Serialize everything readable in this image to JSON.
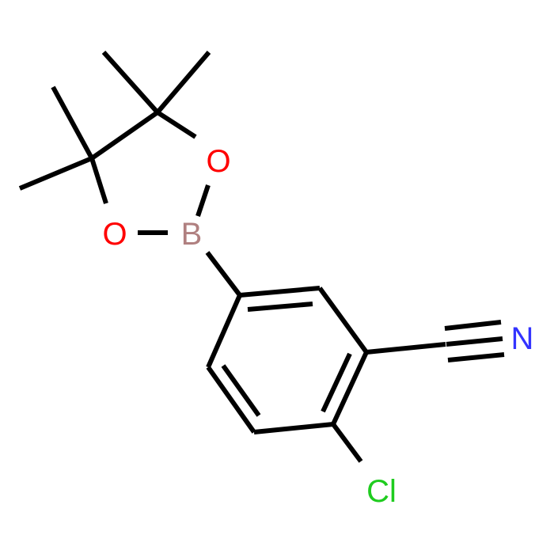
{
  "molecule": {
    "colors": {
      "bond": "#000000",
      "O": "#ff0000",
      "B": "#b08080",
      "N": "#3333ff",
      "Cl": "#1fcc1f"
    },
    "atoms": {
      "o_upper": "O",
      "o_lower": "O",
      "b": "B",
      "n": "N",
      "cl": "Cl"
    }
  }
}
